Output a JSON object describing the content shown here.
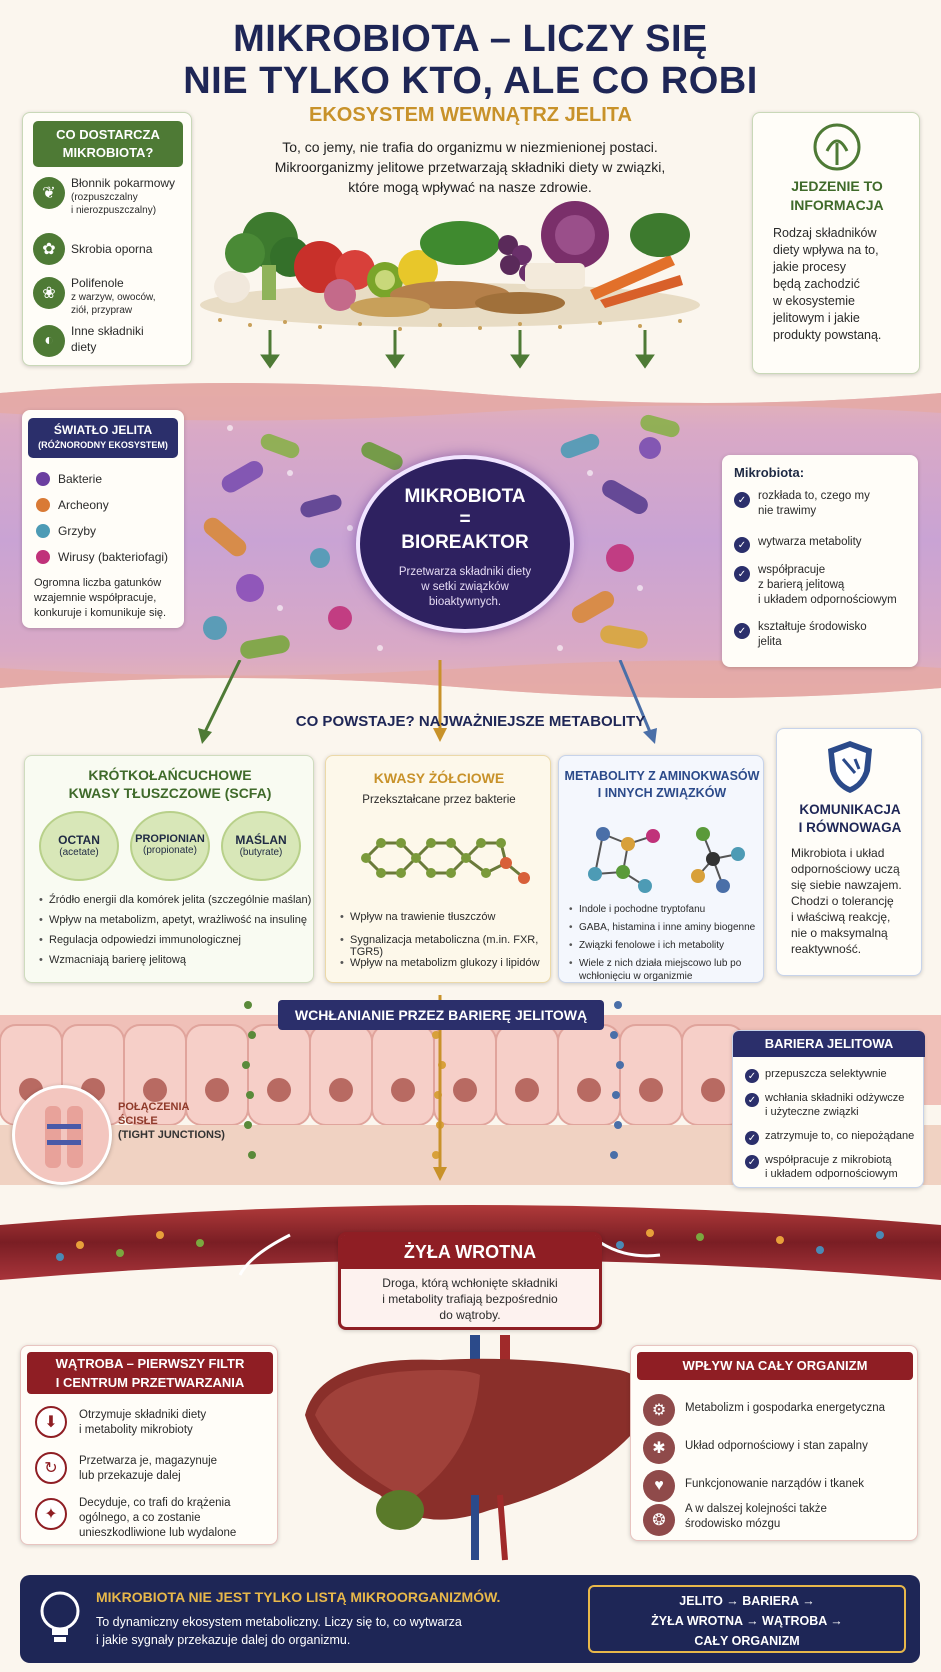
{
  "title": {
    "line1": "MIKROBIOTA – LICZY SIĘ",
    "line2": "NIE TYLKO KTO, ALE CO ROBI"
  },
  "subtitle": "EKOSYSTEM WEWNĄTRZ JELITA",
  "intro": {
    "line1": "To, co jemy, nie trafia do organizmu w niezmienionej postaci.",
    "line2": "Mikroorganizmy jelitowe przetwarzają składniki diety w związki,",
    "line3": "które mogą wpływać na nasze zdrowie."
  },
  "supply": {
    "header": {
      "line1": "CO DOSTARCZA",
      "line2": "MIKROBIOTA?"
    },
    "items": [
      {
        "title": "Błonnik pokarmowy",
        "detail1": "(rozpuszczalny",
        "detail2": "i nierozpuszczalny)"
      },
      {
        "title": "Skrobia oporna",
        "detail1": "",
        "detail2": ""
      },
      {
        "title": "Polifenole",
        "detail1": "z warzyw, owoców,",
        "detail2": "ziół, przypraw"
      },
      {
        "title": "Inne składniki",
        "detail1": "diety",
        "detail2": ""
      }
    ]
  },
  "info": {
    "title1": "JEDZENIE TO",
    "title2": "INFORMACJA",
    "lines": [
      "Rodzaj składników",
      "diety wpływa na to,",
      "jakie procesy",
      "będą zachodzić",
      "w ekosystemie",
      "jelitowym i jakie",
      "produkty powstaną."
    ]
  },
  "lumen": {
    "header1": "ŚWIATŁO JELITA",
    "header2": "(RÓŻNORODNY EKOSYSTEM)",
    "legend": [
      {
        "label": "Bakterie",
        "color": "#6b3fa0"
      },
      {
        "label": "Archeony",
        "color": "#d97a35"
      },
      {
        "label": "Grzyby",
        "color": "#4d9bb5"
      },
      {
        "label": "Wirusy (bakteriofagi)",
        "color": "#c0327a"
      }
    ],
    "note": [
      "Ogromna liczba gatunków",
      "wzajemnie współpracuje,",
      "konkuruje i komunikuje się."
    ]
  },
  "bioreactor": {
    "line1": "MIKROBIOTA",
    "line2": "=",
    "line3": "BIOREAKTOR",
    "desc": [
      "Przetwarza składniki diety",
      "w setki związków",
      "bioaktywnych."
    ]
  },
  "microbiota_does": {
    "header": "Mikrobiota:",
    "items": [
      {
        "l1": "rozkłada to, czego my",
        "l2": "nie trawimy"
      },
      {
        "l1": "wytwarza metabolity",
        "l2": ""
      },
      {
        "l1": "współpracuje",
        "l2": "z barierą jelitową",
        "l3": "i układem odpornościowym"
      },
      {
        "l1": "kształtuje środowisko",
        "l2": "jelita"
      }
    ]
  },
  "metabolites_title": "CO POWSTAJE? NAJWAŻNIEJSZE METABOLITY",
  "scfa": {
    "title1": "KRÓTKOŁAŃCUCHOWE",
    "title2": "KWASY TŁUSZCZOWE (SCFA)",
    "acids": [
      {
        "name": "OCTAN",
        "en": "(acetate)"
      },
      {
        "name": "PROPIONIAN",
        "en": "(propionate)"
      },
      {
        "name": "MAŚLAN",
        "en": "(butyrate)"
      }
    ],
    "bullets": [
      "Źródło energii dla komórek jelita (szczególnie maślan)",
      "Wpływ na metabolizm, apetyt, wrażliwość na insulinę",
      "Regulacja odpowiedzi immunologicznej",
      "Wzmacniają barierę jelitową"
    ]
  },
  "bile": {
    "title": "KWASY ŻÓŁCIOWE",
    "sub": "Przekształcane przez bakterie",
    "bullets": [
      "Wpływ na trawienie tłuszczów",
      "Sygnalizacja metaboliczna (m.in. FXR, TGR5)",
      "Wpływ na metabolizm glukozy i lipidów"
    ]
  },
  "amino": {
    "title1": "METABOLITY Z AMINOKWASÓW",
    "title2": "I INNYCH ZWIĄZKÓW",
    "bullets": [
      "Indole i pochodne tryptofanu",
      "GABA, histamina i inne aminy biogenne",
      "Związki fenolowe i ich metabolity",
      "Wiele z nich działa miejscowo lub po",
      "wchłonięciu w organizmie"
    ]
  },
  "communication": {
    "title1": "KOMUNIKACJA",
    "title2": "I RÓWNOWAGA",
    "lines": [
      "Mikrobiota i układ",
      "odpornościowy uczą",
      "się siebie nawzajem.",
      "Chodzi o tolerancję",
      "i właściwą reakcję,",
      "nie o maksymalną",
      "reaktywność."
    ]
  },
  "absorption_title": "WCHŁANIANIE PRZEZ BARIERĘ JELITOWĄ",
  "tight": {
    "l1": "POŁĄCZENIA",
    "l2": "ŚCISŁE",
    "l3": "(TIGHT JUNCTIONS)"
  },
  "barrier": {
    "title": "BARIERA JELITOWA",
    "items": [
      {
        "l1": "przepuszcza selektywnie",
        "l2": ""
      },
      {
        "l1": "wchłania składniki odżywcze",
        "l2": "i użyteczne związki"
      },
      {
        "l1": "zatrzymuje to, co niepożądane",
        "l2": ""
      },
      {
        "l1": "współpracuje z mikrobiotą",
        "l2": "i układem odpornościowym"
      }
    ]
  },
  "portal": {
    "title": "ŻYŁA WROTNA",
    "lines": [
      "Droga, którą wchłonięte składniki",
      "i metabolity trafiają bezpośrednio",
      "do wątroby."
    ]
  },
  "liver": {
    "title1": "WĄTROBA – PIERWSZY FILTR",
    "title2": "I CENTRUM PRZETWARZANIA",
    "items": [
      {
        "l1": "Otrzymuje składniki diety",
        "l2": "i metabolity mikrobioty",
        "l3": ""
      },
      {
        "l1": "Przetwarza je, magazynuje",
        "l2": "lub przekazuje dalej",
        "l3": ""
      },
      {
        "l1": "Decyduje, co trafi do krążenia",
        "l2": "ogólnego, a co zostanie",
        "l3": "unieszkodliwione lub wydalone"
      }
    ]
  },
  "body_effect": {
    "title": "WPŁYW NA CAŁY ORGANIZM",
    "items": [
      {
        "l1": "Metabolizm i gospodarka energetyczna",
        "l2": ""
      },
      {
        "l1": "Układ odpornościowy i stan zapalny",
        "l2": ""
      },
      {
        "l1": "Funkcjonowanie narządów i tkanek",
        "l2": ""
      },
      {
        "l1": "A w dalszej kolejności także",
        "l2": "środowisko mózgu"
      }
    ]
  },
  "footer": {
    "headline": "MIKROBIOTA NIE JEST TYLKO LISTĄ MIKROORGANIZMÓW.",
    "line1": "To dynamiczny ekosystem metaboliczny. Liczy się to, co wytwarza",
    "line2": "i jakie sygnały przekazuje dalej do organizmu.",
    "flow1": "JELITO → BARIERA →",
    "flow2": "ŻYŁA WROTNA → WĄTROBA →",
    "flow3": "CAŁY ORGANIZM"
  },
  "colors": {
    "navy": "#1e2656",
    "green": "#4e7a35",
    "gold": "#c8922a",
    "red": "#8f1e24",
    "intestine": "#e9b9b6"
  }
}
